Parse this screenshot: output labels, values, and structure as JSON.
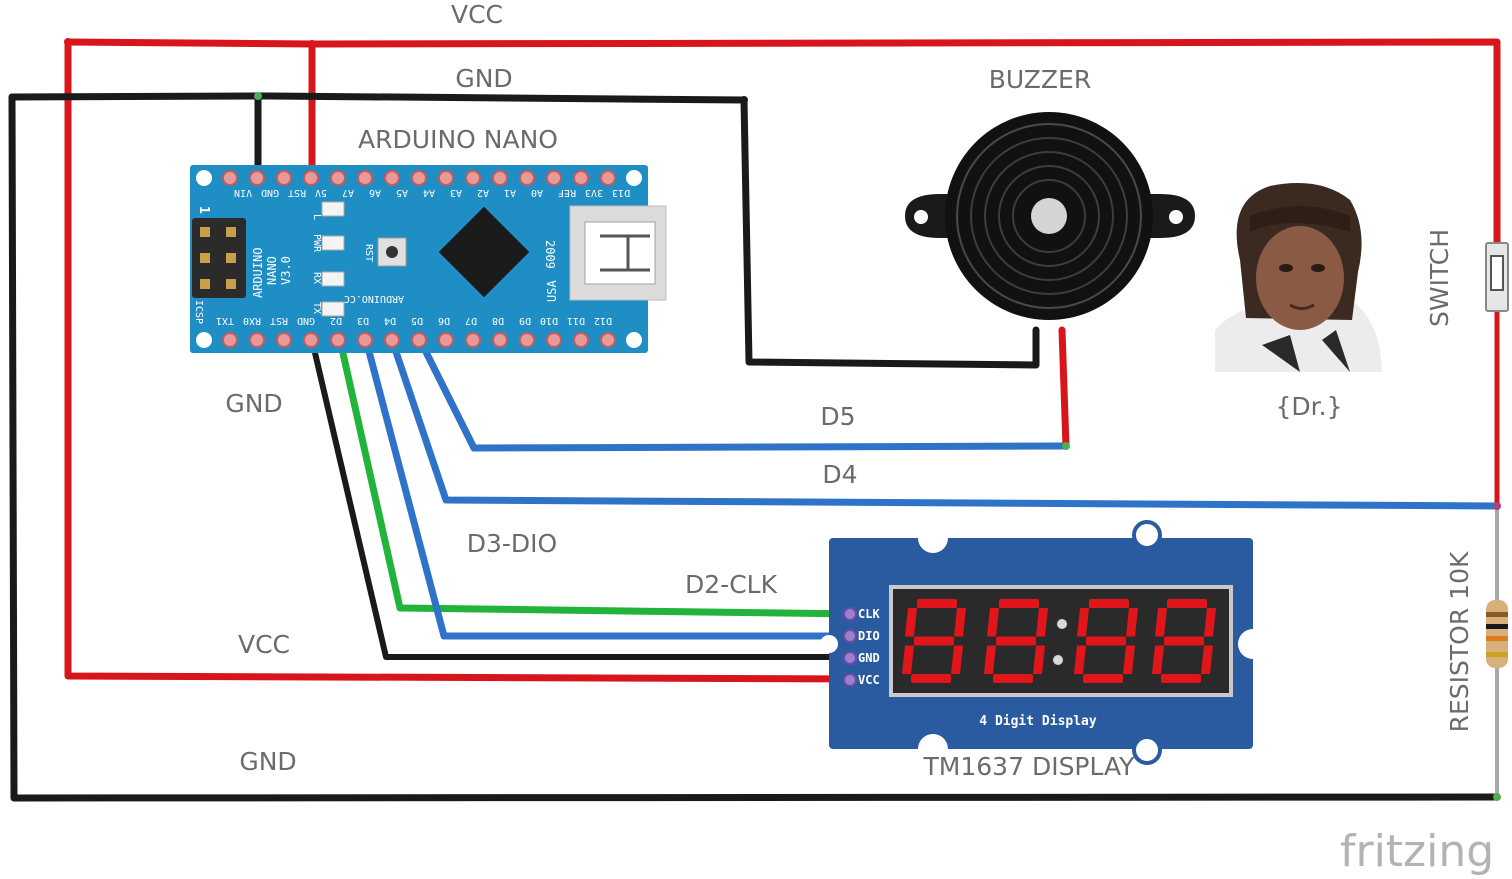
{
  "labels": {
    "vcc_top": "VCC",
    "gnd_top": "GND",
    "arduino": "ARDUINO NANO",
    "buzzer": "BUZZER",
    "switch": "SWITCH",
    "dr": "{Dr.}",
    "gnd_left": "GND",
    "d5": "D5",
    "d4": "D4",
    "d3dio": "D3-DIO",
    "d2clk": "D2-CLK",
    "vcc_bottom": "VCC",
    "gnd_bottom": "GND",
    "resistor": "RESISTOR 10K",
    "display": "TM1637 DISPLAY",
    "brand": "fritzing"
  },
  "nano": {
    "top_pins": [
      "VIN",
      "GND",
      "RST",
      "5V",
      "A7",
      "A6",
      "A5",
      "A4",
      "A3",
      "A2",
      "A1",
      "A0",
      "REF",
      "3V3",
      "D13"
    ],
    "bottom_pins": [
      "TX1",
      "RX0",
      "RST",
      "GND",
      "D2",
      "D3",
      "D4",
      "D5",
      "D6",
      "D7",
      "D8",
      "D9",
      "D10",
      "D11",
      "D12"
    ],
    "board_text": [
      "ARDUINO",
      "NANO",
      "V3.0"
    ],
    "icsp": "ICSP",
    "num1": "1",
    "year": "2009",
    "usa": "USA",
    "site": "ARDUINO.CC",
    "leds": [
      "L",
      "PWR",
      "RX",
      "TX"
    ],
    "rst": "RST"
  },
  "display_module": {
    "pins": [
      "CLK",
      "DIO",
      "GND",
      "VCC"
    ],
    "caption": "4 Digit Display"
  },
  "colors": {
    "vcc": "#d6161b",
    "gnd": "#1a1a1a",
    "signal_blue": "#2f73c9",
    "signal_green": "#22b33a",
    "board": "#1e8ec4",
    "display_pcb": "#2a5aa0",
    "segment": "#e0161b"
  }
}
